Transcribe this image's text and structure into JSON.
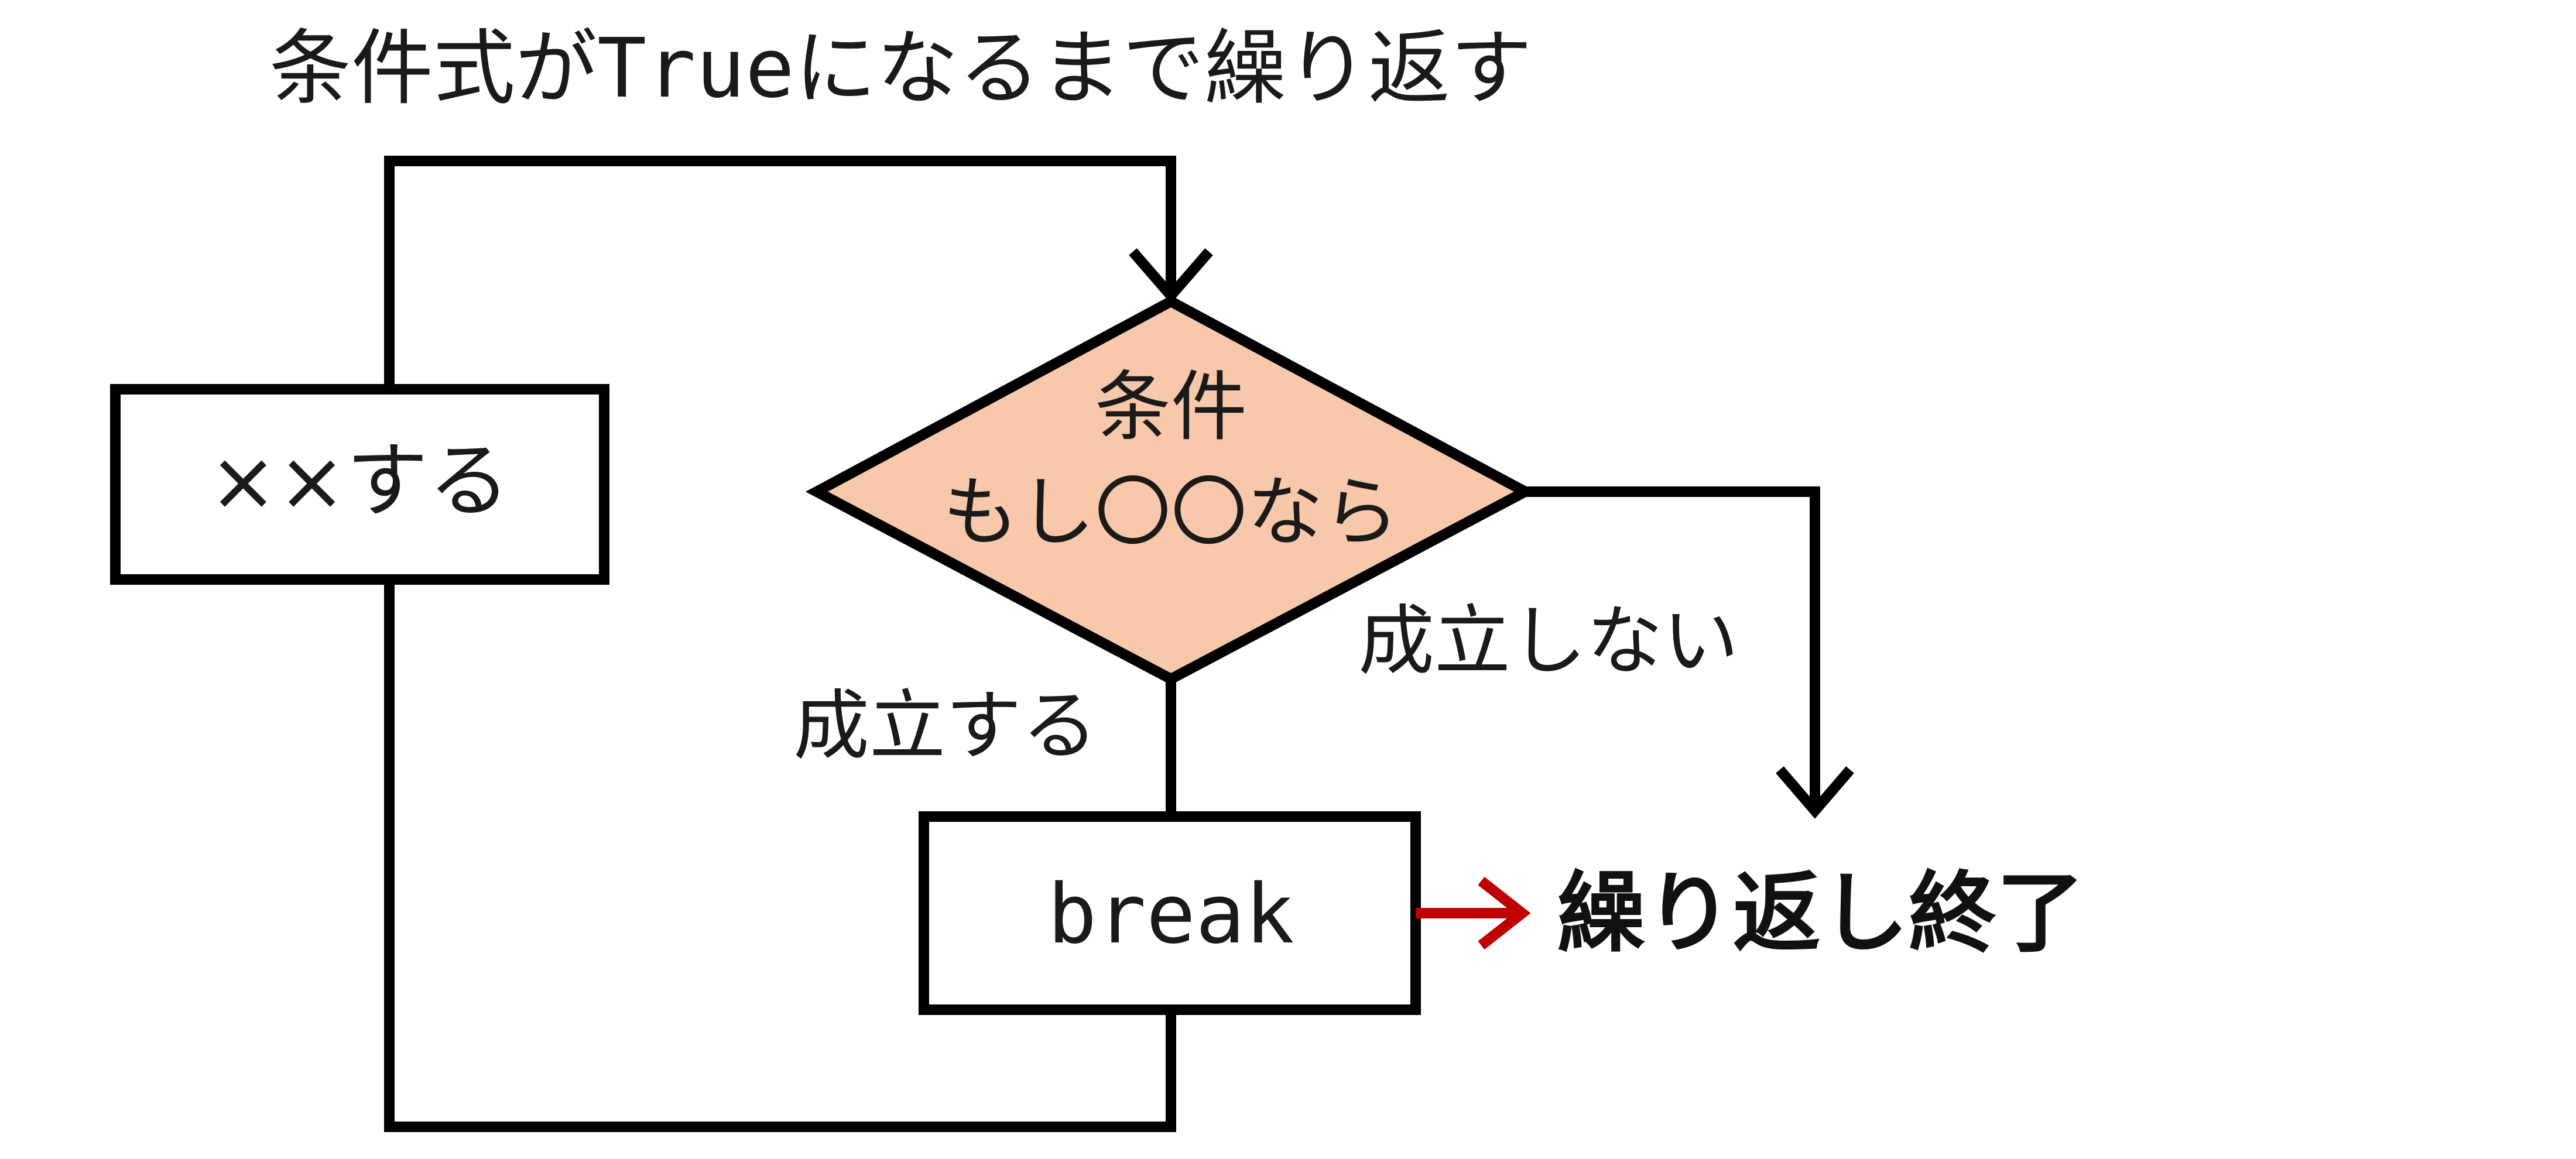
{
  "diagram": {
    "title_prefix": "条件式が",
    "title_code": "True",
    "title_suffix": "になるまで繰り返す",
    "action_box": "××する",
    "condition_line1": "条件",
    "condition_line2": "もし〇〇なら",
    "yes_label": "成立する",
    "no_label": "成立しない",
    "break_box": "break",
    "exit_label": "繰り返し終了"
  },
  "colors": {
    "stroke": "#000000",
    "condition_fill": "#f7c8aa",
    "exit_arrow": "#c00000",
    "text": "#1a1a1a"
  }
}
